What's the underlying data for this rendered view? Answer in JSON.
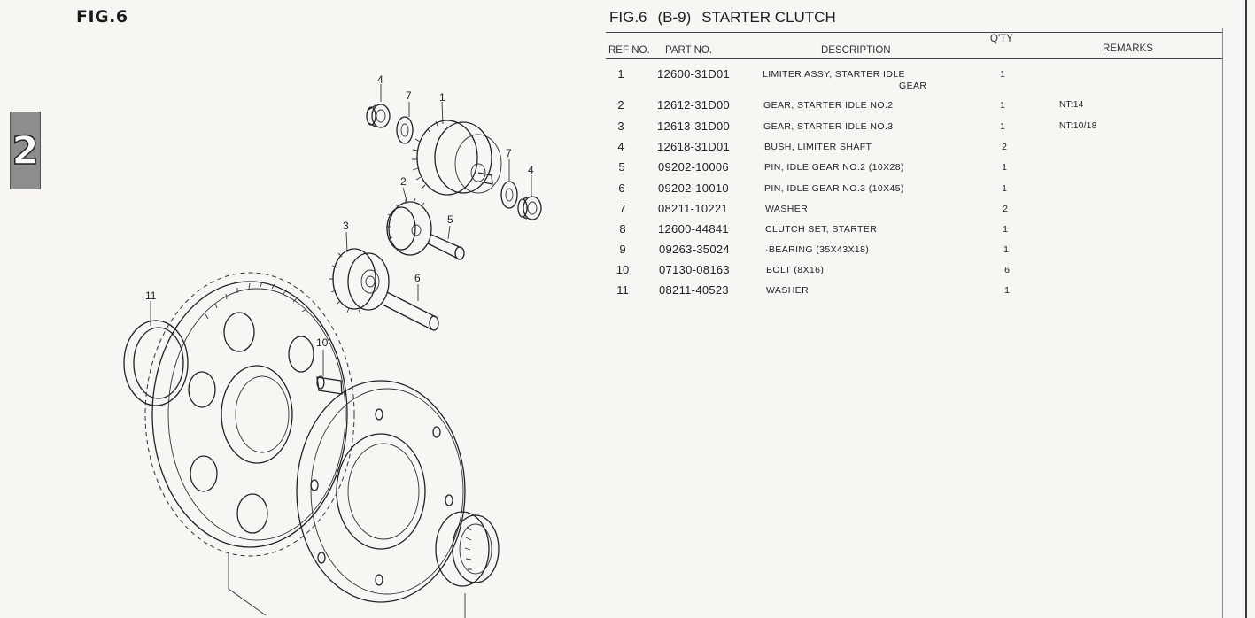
{
  "figure_label": "FIG.6",
  "section_tab": "2",
  "title": {
    "fig": "FIG.6",
    "code": "(B-9)",
    "name": "STARTER CLUTCH"
  },
  "headers": {
    "ref_no": "REF NO.",
    "part_no": "PART NO.",
    "description": "DESCRIPTION",
    "qty": "Q'TY",
    "remarks": "REMARKS"
  },
  "parts": [
    {
      "ref": "1",
      "part_no": "12600-31D01",
      "description": "LIMITER ASSY, STARTER IDLE",
      "description_cont": "GEAR",
      "qty": "1",
      "remarks": ""
    },
    {
      "ref": "2",
      "part_no": "12612-31D00",
      "description": "GEAR, STARTER IDLE NO.2",
      "qty": "1",
      "remarks": "NT:14"
    },
    {
      "ref": "3",
      "part_no": "12613-31D00",
      "description": "GEAR, STARTER IDLE NO.3",
      "qty": "1",
      "remarks": "NT:10/18"
    },
    {
      "ref": "4",
      "part_no": "12618-31D01",
      "description": "BUSH, LIMITER SHAFT",
      "qty": "2",
      "remarks": ""
    },
    {
      "ref": "5",
      "part_no": "09202-10006",
      "description": "PIN, IDLE GEAR NO.2 (10X28)",
      "qty": "1",
      "remarks": ""
    },
    {
      "ref": "6",
      "part_no": "09202-10010",
      "description": "PIN, IDLE GEAR NO.3 (10X45)",
      "qty": "1",
      "remarks": ""
    },
    {
      "ref": "7",
      "part_no": "08211-10221",
      "description": "WASHER",
      "qty": "2",
      "remarks": ""
    },
    {
      "ref": "8",
      "part_no": "12600-44841",
      "description": "CLUTCH SET, STARTER",
      "qty": "1",
      "remarks": ""
    },
    {
      "ref": "9",
      "part_no": "09263-35024",
      "description": "·BEARING (35X43X18)",
      "qty": "1",
      "remarks": ""
    },
    {
      "ref": "10",
      "part_no": "07130-08163",
      "description": "BOLT (8X16)",
      "qty": "6",
      "remarks": ""
    },
    {
      "ref": "11",
      "part_no": "08211-40523",
      "description": "WASHER",
      "qty": "1",
      "remarks": ""
    }
  ],
  "callouts": {
    "c1": "1",
    "c2": "2",
    "c3": "3",
    "c4a": "4",
    "c4b": "4",
    "c5": "5",
    "c6": "6",
    "c7a": "7",
    "c7b": "7",
    "c10": "10",
    "c11": "11"
  }
}
